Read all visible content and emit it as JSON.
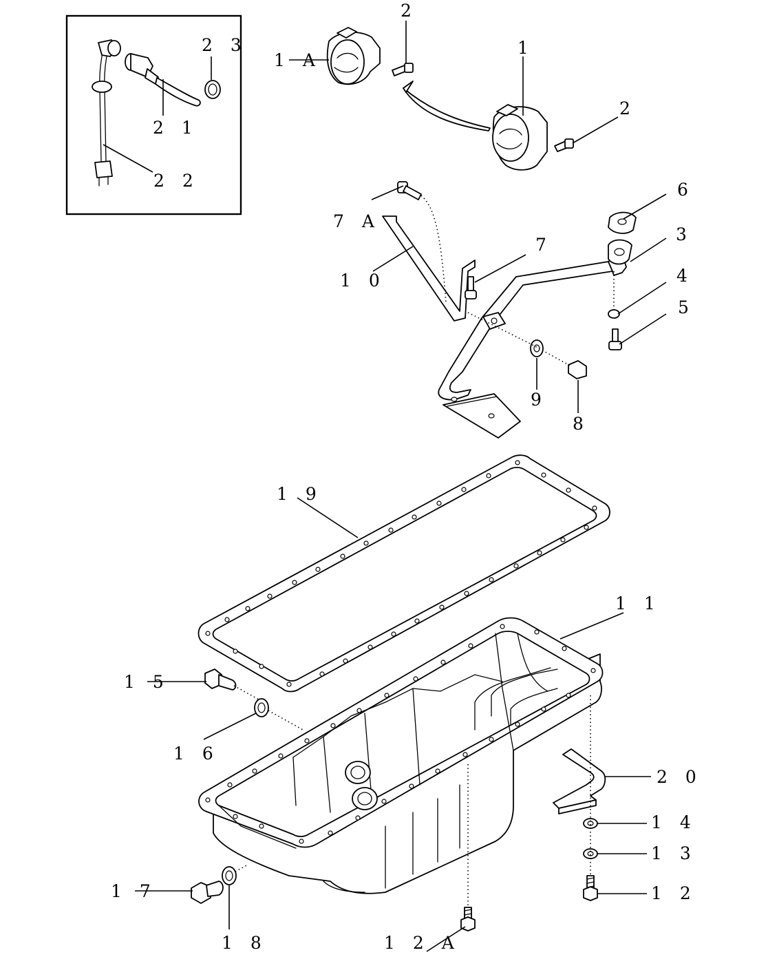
{
  "callouts": {
    "c1": "1",
    "c1a": "1 A",
    "c2a": "2",
    "c2b": "2",
    "c3": "3",
    "c4": "4",
    "c5": "5",
    "c6": "6",
    "c7": "7",
    "c7a": "7 A",
    "c8": "8",
    "c9": "9",
    "c10": "1 0",
    "c11": "1 1",
    "c12": "1 2",
    "c12a": "1 2 A",
    "c13": "1 3",
    "c14": "1 4",
    "c15": "1 5",
    "c16": "1 6",
    "c17": "1 7",
    "c18": "1 8",
    "c19": "1 9",
    "c20": "2 0",
    "c21": "2 1",
    "c22": "2 2",
    "c23": "2 3"
  },
  "colors": {
    "line": "#000000",
    "background": "#ffffff"
  }
}
